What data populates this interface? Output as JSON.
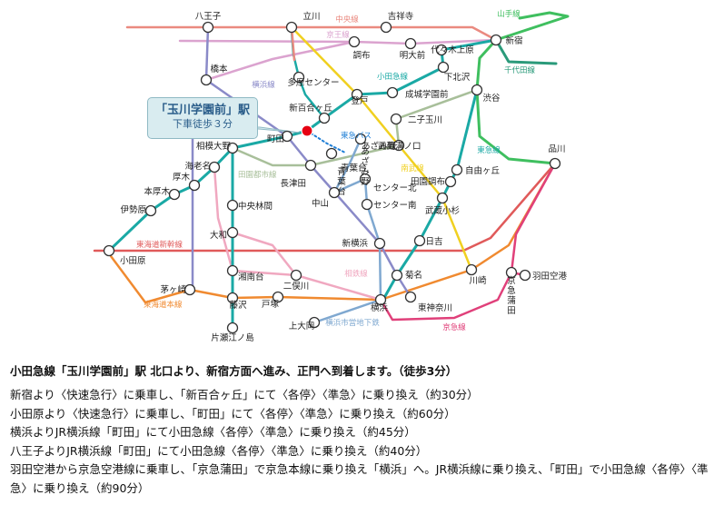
{
  "map": {
    "lines": [
      {
        "key": "chuo",
        "label": "中央線",
        "color": "#ea8a80"
      },
      {
        "key": "keio",
        "label": "京王線",
        "color": "#dba3cf"
      },
      {
        "key": "yamanote",
        "label": "山手線",
        "color": "#3fbf5f"
      },
      {
        "key": "chiyoda",
        "label": "千代田線",
        "color": "#2a9a7a"
      },
      {
        "key": "odakyu",
        "label": "小田急線",
        "color": "#1aa9a5"
      },
      {
        "key": "yokohama",
        "label": "横浜線",
        "color": "#8a8ac8"
      },
      {
        "key": "yokohama_bus",
        "label": "東急バス",
        "color": "#1f7fd6"
      },
      {
        "key": "denentoshi",
        "label": "田園都市線",
        "color": "#a8bf9a"
      },
      {
        "key": "toyoko",
        "label": "東急線",
        "color": "#1aa9a5"
      },
      {
        "key": "nambu",
        "label": "南武線",
        "color": "#f0d020"
      },
      {
        "key": "tokaido_shinkansen",
        "label": "東海道新幹線",
        "color": "#e05a5a"
      },
      {
        "key": "sotetsu",
        "label": "相鉄線",
        "color": "#f0a8c0"
      },
      {
        "key": "tokaido",
        "label": "東海道本線",
        "color": "#f08a30"
      },
      {
        "key": "subway",
        "label": "横浜市営地下鉄",
        "color": "#7fa8d0"
      },
      {
        "key": "keikyu",
        "label": "京急線",
        "color": "#e0407a"
      }
    ],
    "stations": {
      "hachioji": "八王子",
      "tachikawa": "立川",
      "kichijoji": "吉祥寺",
      "shinjuku": "新宿",
      "chofu": "調布",
      "meidaimae": "明大前",
      "yoyogiuehara": "代々木上原",
      "shimokitazawa": "下北沢",
      "shibuya": "渋谷",
      "hashimoto": "橋本",
      "tamacenter": "多摩センター",
      "noborito": "登戸",
      "seijogakuen": "成城学園前",
      "shinyurigaoka": "新百合ヶ丘",
      "futakotamagawa": "二子玉川",
      "machida": "町田",
      "sagamiono": "相模大野",
      "ebina": "海老名",
      "atsugi": "厚木",
      "honatsugi": "本厚木",
      "iseihara": "伊勢原",
      "odawara": "小田原",
      "chigasaki": "茅ヶ崎",
      "fujisawa": "藤沢",
      "katasenoshima": "片瀬江ノ島",
      "shonandai": "湘南台",
      "chuorinkan": "中央林間",
      "yamato": "大和",
      "nagatsuta": "長津田",
      "azamino": "あざみ野",
      "aobadai": "青葉台",
      "nakayama": "中山",
      "centerkita": "センター北",
      "centerminami": "センター南",
      "musashimizonokuchi": "武蔵溝ノ口",
      "denenchofu": "田園調布",
      "jiyugaoka": "自由ヶ丘",
      "musashikosugi": "武蔵小杉",
      "hiyoshi": "日吉",
      "shinyokohama": "新横浜",
      "kikuna": "菊名",
      "higashikanagawa": "東神奈川",
      "yokohama": "横浜",
      "kawasaki": "川崎",
      "shinagawa": "品川",
      "haneda": "羽田空港",
      "keikyukamata": "京急蒲田",
      "futamatagawa": "二俣川",
      "totsuka": "戸塚",
      "kamiooka": "上大岡"
    },
    "callout": {
      "line1": "「玉川学園前」駅",
      "line2": "下車徒歩３分"
    }
  },
  "directions": {
    "title": "小田急線「玉川学園前」駅 北口より、新宿方面へ進み、正門へ到着します。（徒歩3分）",
    "rows": [
      "新宿より〈快速急行〉に乗車し、「新百合ヶ丘」にて〈各停〉〈準急〉に乗り換え（約30分）",
      "小田原より〈快速急行〉に乗車し、「町田」にて〈各停〉〈準急〉に乗り換え（約60分）",
      "横浜よりJR横浜線「町田」にて小田急線〈各停〉〈準急〉に乗り換え（約45分）",
      "八王子よりJR横浜線「町田」にて小田急線〈各停〉〈準急〉に乗り換え（約40分）",
      "羽田空港から京急空港線に乗車し、「京急蒲田」で京急本線に乗り換え「横浜」へ。JR横浜線に乗り換え、「町田」で小田急線〈各停〉〈準急〉に乗り換え（約90分）"
    ]
  }
}
